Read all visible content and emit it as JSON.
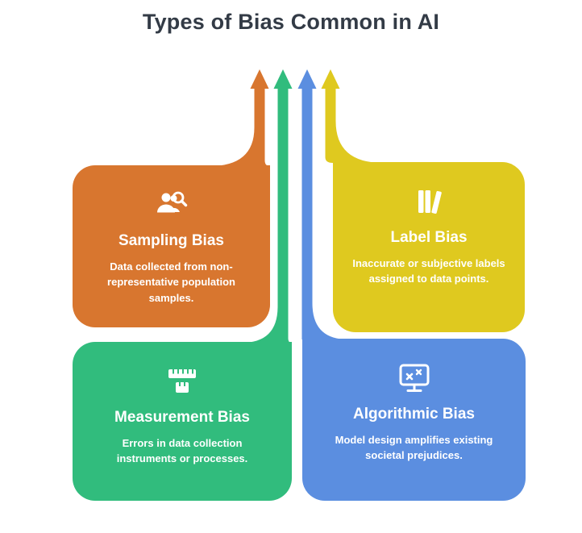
{
  "title": "Types of Bias Common in AI",
  "colors": {
    "background": "#FFFFFF",
    "title_text": "#333B46",
    "card_text": "#FFFFFF"
  },
  "arrow_order_left_to_right": [
    "sampling",
    "measurement",
    "algorithmic",
    "label"
  ],
  "cards": [
    {
      "id": "sampling",
      "title": "Sampling Bias",
      "description": "Data collected from non-representative population samples.",
      "icon": "user-search-icon",
      "color": "#D8762F"
    },
    {
      "id": "label",
      "title": "Label Bias",
      "description": "Inaccurate or subjective labels assigned to data points.",
      "icon": "books-icon",
      "color": "#DFC91F"
    },
    {
      "id": "measurement",
      "title": "Measurement Bias",
      "description": "Errors in data collection instruments or processes.",
      "icon": "ruler-icon",
      "color": "#31BC7D"
    },
    {
      "id": "algorithmic",
      "title": "Algorithmic Bias",
      "description": "Model design amplifies existing societal prejudices.",
      "icon": "monitor-x-icon",
      "color": "#5B8EE0"
    }
  ]
}
